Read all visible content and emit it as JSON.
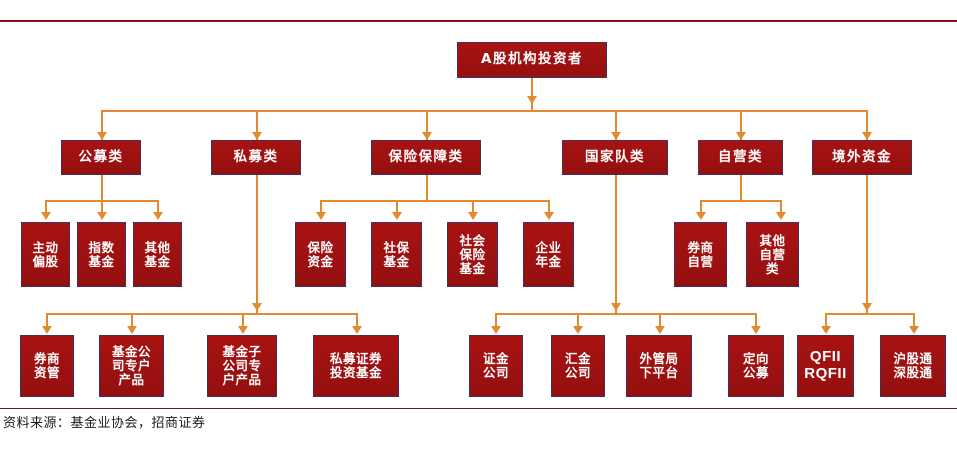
{
  "figure": {
    "source_note": "资料来源：基金业协会，招商证券",
    "accent_color": "#E28A2E",
    "node_color": "#9E1010",
    "rule_color": "#7B1113"
  },
  "root": {
    "label": "A股机构投资者"
  },
  "categories": [
    {
      "id": "public",
      "label": "公募类"
    },
    {
      "id": "private",
      "label": "私募类"
    },
    {
      "id": "insurance",
      "label": "保险保障类"
    },
    {
      "id": "national",
      "label": "国家队类"
    },
    {
      "id": "prop",
      "label": "自营类"
    },
    {
      "id": "overseas",
      "label": "境外资金"
    }
  ],
  "public_children": [
    {
      "label": "主动\n偏股"
    },
    {
      "label": "指数\n基金"
    },
    {
      "label": "其他\n基金"
    }
  ],
  "insurance_children": [
    {
      "label": "保险\n资金"
    },
    {
      "label": "社保\n基金"
    },
    {
      "label": "社会\n保险\n基金"
    },
    {
      "label": "企业\n年金"
    }
  ],
  "prop_children": [
    {
      "label": "券商\n自营"
    },
    {
      "label": "其他\n自营\n类"
    }
  ],
  "private_children": [
    {
      "label": "券商\n资管"
    },
    {
      "label": "基金公\n司专户\n产品"
    },
    {
      "label": "基金子\n公司专\n户产品"
    },
    {
      "label": "私募证券\n投资基金"
    }
  ],
  "national_children": [
    {
      "label": "证金\n公司"
    },
    {
      "label": "汇金\n公司"
    },
    {
      "label": "外管局\n下平台"
    },
    {
      "label": "定向\n公募"
    }
  ],
  "overseas_children": [
    {
      "label": "QFII\nRQFII",
      "latin": true
    },
    {
      "label": "沪股通\n深股通"
    }
  ]
}
